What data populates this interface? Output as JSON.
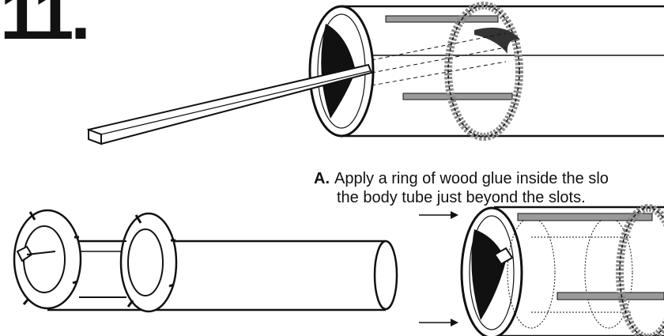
{
  "step": {
    "number": "11."
  },
  "caption": {
    "letter": "A.",
    "line1": "Apply a ring of wood glue inside the slo",
    "line2": "the body tube just beyond the slots."
  },
  "colors": {
    "ink": "#111111",
    "glue_ring": "#8a8a8a",
    "fin_slot": "#9a9a9a",
    "paper": "#ffffff"
  }
}
